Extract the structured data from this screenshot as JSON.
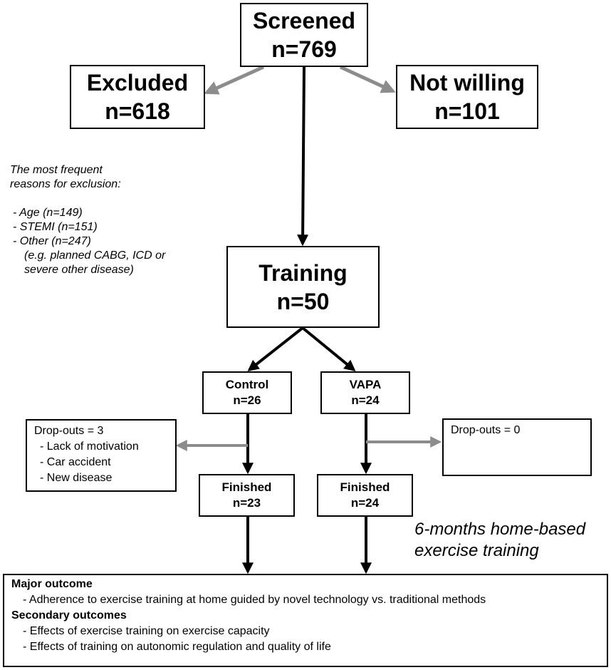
{
  "screened": {
    "title": "Screened",
    "count": "n=769"
  },
  "excluded": {
    "title": "Excluded",
    "count": "n=618"
  },
  "not_willing": {
    "title": "Not willing",
    "count": "n=101"
  },
  "exclusion_note": {
    "heading_line1": "The most frequent",
    "heading_line2": "reasons for exclusion:",
    "items": [
      "-   Age (n=149)",
      "-   STEMI (n=151)",
      "-   Other (n=247)"
    ],
    "detail_line1": "(e.g. planned  CABG, ICD or",
    "detail_line2": "severe other disease)"
  },
  "training": {
    "title": "Training",
    "count": "n=50"
  },
  "control": {
    "title": "Control",
    "count": "n=26"
  },
  "vapa": {
    "title": "VAPA",
    "count": "n=24"
  },
  "dropouts_control": {
    "title": "Drop-outs  = 3",
    "items": [
      "-   Lack of motivation",
      "-   Car accident",
      "-   New disease"
    ]
  },
  "dropouts_vapa": {
    "title": "Drop-outs  = 0"
  },
  "finished_control": {
    "title": "Finished",
    "count": "n=23"
  },
  "finished_vapa": {
    "title": "Finished",
    "count": "n=24"
  },
  "training_caption": {
    "line1": "6-months home-based",
    "line2": "exercise training"
  },
  "outcomes": {
    "major_heading": "Major outcome",
    "major_items": [
      "- Adherence to exercise training at home guided by novel technology  vs. traditional methods"
    ],
    "secondary_heading": "Secondary outcomes",
    "secondary_items": [
      "- Effects of exercise training on exercise capacity",
      "- Effects of training on autonomic regulation  and quality of life"
    ]
  },
  "colors": {
    "arrow_main": "#000000",
    "arrow_side": "#8c8c8c",
    "border": "#000000"
  }
}
